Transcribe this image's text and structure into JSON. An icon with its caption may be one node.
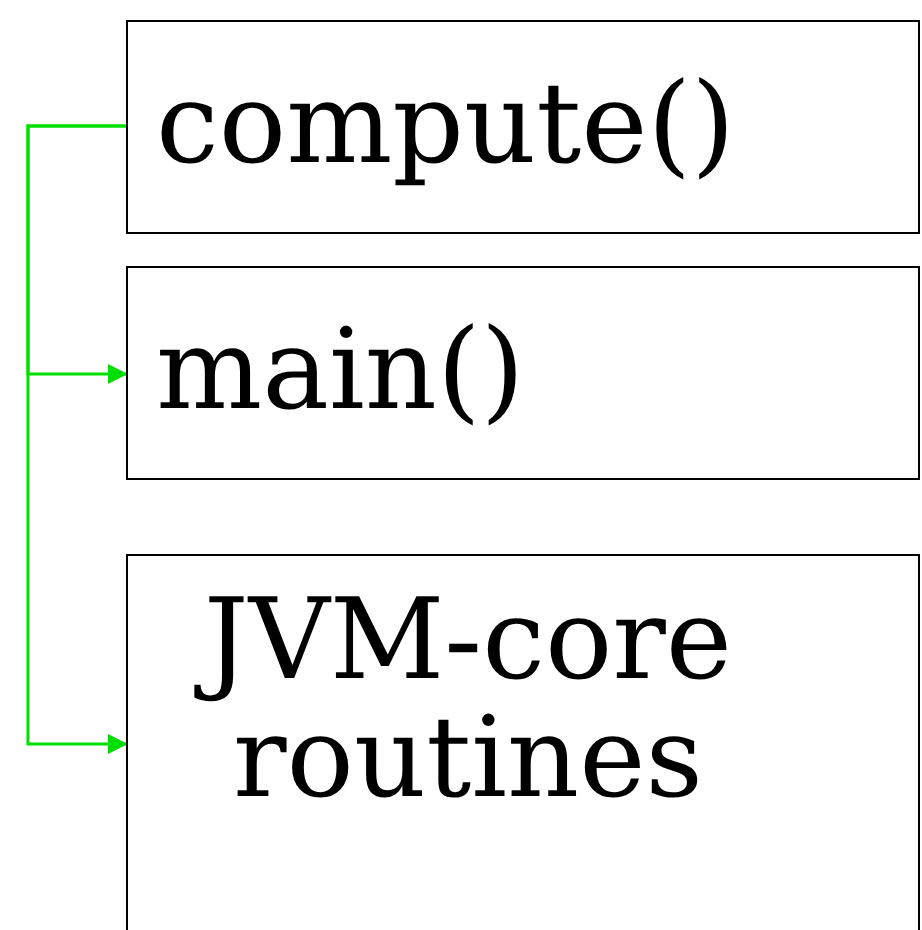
{
  "diagram": {
    "nodes": [
      {
        "text": [
          "compute()"
        ]
      },
      {
        "text": [
          "main()"
        ]
      },
      {
        "text": [
          "JVM-core routines"
        ]
      }
    ],
    "edges": [
      {
        "from": 0,
        "to": 1,
        "arrow": "to"
      },
      {
        "from": 0,
        "to": 2,
        "arrow": "to"
      }
    ]
  }
}
